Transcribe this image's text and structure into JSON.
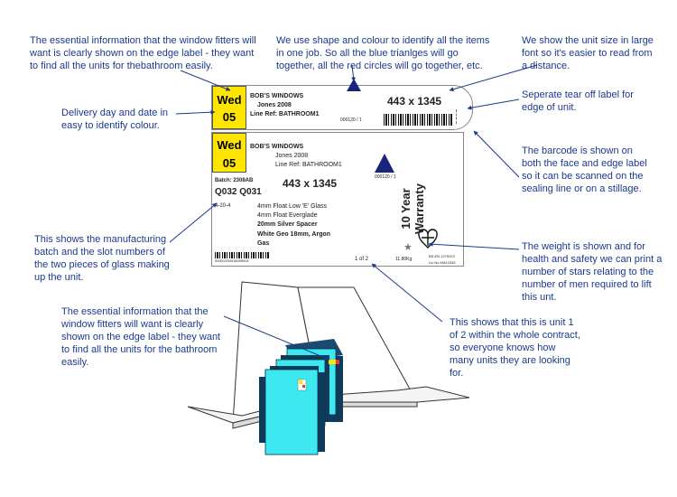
{
  "annotations": {
    "top_left": "The essential information that the window fitters will want is clearly shown on the edge label - they want to find all the units for thebathroom easily.",
    "top_mid": "We use shape and colour to identify all the items in one job. So all the blue trianlges will go together, all the red circles will go together, etc.",
    "top_right": "We show the unit size in large font so it's easier to read from a distance.",
    "tear_off": "Seperate tear off label for edge of unit.",
    "delivery": "Delivery day and date in easy to identify colour.",
    "barcode": "The barcode is shown on both the face and edge label so it can be scanned on the sealing line or on a stillage.",
    "batch": "This shows the manufacturing batch and the slot numbers of the two pieces of glass making up the unit.",
    "weight": "The weight is shown and for health and safety we can print a number of stars relating to the number of men required to lift this unt.",
    "bottom_left": "The essential information that the window fitters will want is clearly shown on the edge label - they want to find all the units for the bathroom easily.",
    "unit_count": "This shows that this is unit 1 of 2 within the whole contract, so everyone knows how many units they are looking for."
  },
  "edge_label": {
    "day": "Wed",
    "date": "05",
    "company": "BOB'S WINDOWS",
    "customer": "Jones 2008",
    "line_ref": "Line Ref: BATHROOM1",
    "job_code": "000120 / 1",
    "size": "443 x 1345"
  },
  "face_label": {
    "day": "Wed",
    "date": "05",
    "company": "BOB'S WINDOWS",
    "customer": "Jones 2008",
    "line_ref": "Line Ref: BATHROOM1",
    "batch": "Batch: 2308AB",
    "slots": "Q032  Q031",
    "size": "443 x 1345",
    "spec_code": "4-20-4",
    "glass1": "4mm Float Low 'E' Glass",
    "glass2": "4mm Float Everglade",
    "spacer": "20mm Silver Spacer",
    "gas": "White Geo 18mm, Argon Gas",
    "job_code": "000120 / 1",
    "warranty": "10 Year Warranty",
    "unit_of": "1 of 2",
    "weight": "11.80Kg",
    "standard": "BS:EN 1279/2/3",
    "licence": "Lic.No.KM12345",
    "barcode_number": "00001200016009001"
  },
  "colors": {
    "annotation_text": "#1a3a8a",
    "day_badge": "#ffe600",
    "triangle": "#1a237e",
    "glass_units": "#3ee8f0"
  },
  "icons": {
    "job_marker": "triangle",
    "weight_star": "star",
    "kitemark": "kitemark-icon"
  }
}
